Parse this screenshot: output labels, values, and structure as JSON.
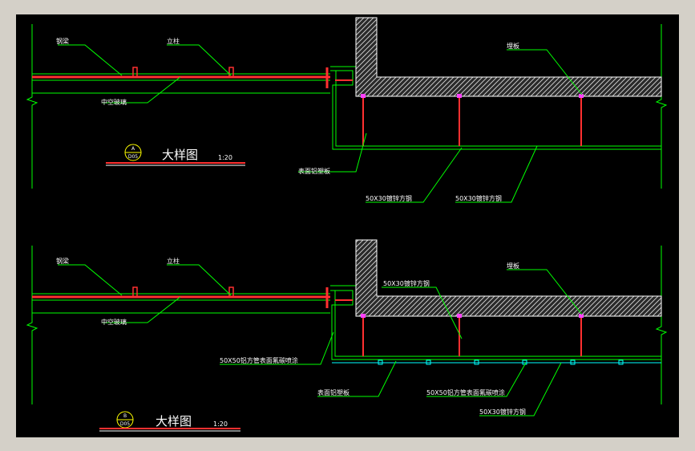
{
  "detail_a": {
    "labels": {
      "handrail": "钢梁",
      "post": "立柱",
      "hollow_glass": "中空玻璃",
      "embedded_plate": "埋板",
      "surface_panel": "表面铝塑板",
      "steel_tube_1": "50X30镀锌方钢",
      "steel_tube_2": "50X30镀锌方钢"
    },
    "title": "大样图",
    "scale": "1:20",
    "symbol_top": "A",
    "symbol_bottom": "D05"
  },
  "detail_b": {
    "labels": {
      "handrail": "钢梁",
      "post": "立柱",
      "hollow_glass": "中空玻璃",
      "embedded_plate": "埋板",
      "steel_tube_top": "50X30镀锌方钢",
      "alu_tube_left": "50X50铝方管表面氟碳喷涂",
      "surface_panel": "表面铝塑板",
      "alu_tube_right": "50X50铝方管表面氟碳喷涂",
      "steel_tube_bottom": "50X30镀锌方钢"
    },
    "title": "大样图",
    "scale": "1:20",
    "symbol_top": "B",
    "symbol_bottom": "D05"
  },
  "colors": {
    "background": "#000000",
    "frame": "#d4d0c8",
    "line_green": "#00ff00",
    "line_red": "#ff0000",
    "text_white": "#ffffff",
    "hatch": "#c8c8c8"
  }
}
